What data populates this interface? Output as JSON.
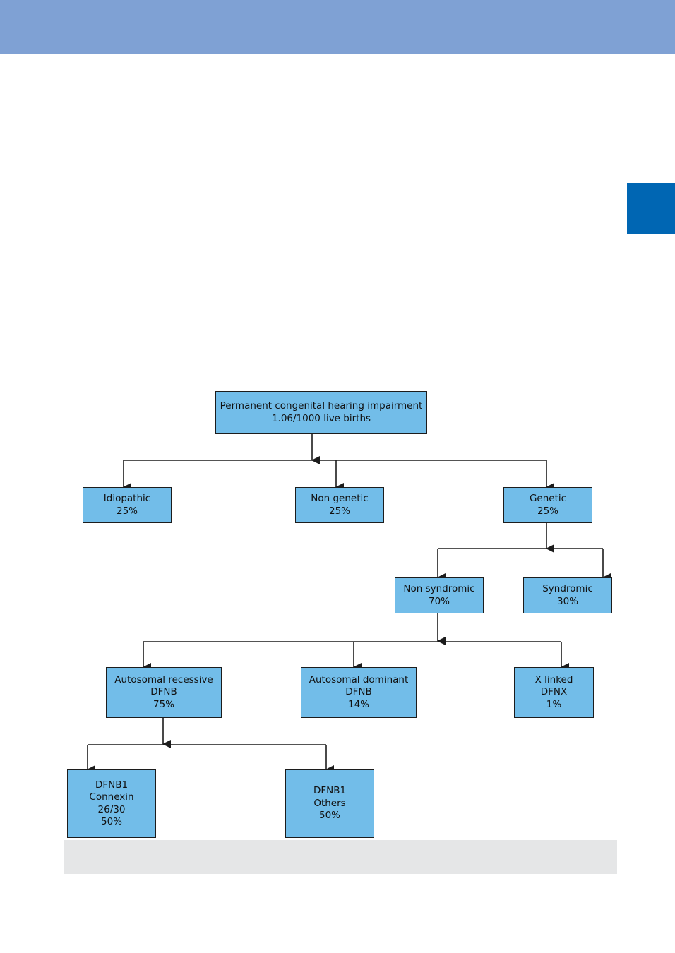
{
  "page": {
    "colors": {
      "header_band": "#7fa1d4",
      "side_tab": "#0066b3",
      "node_fill": "#72bde9",
      "node_border": "#1c1c1c",
      "caption_bar": "#e5e6e7"
    }
  },
  "diagram": {
    "root": {
      "line1": "Permanent congenital hearing impairment",
      "line2": "1.06/1000 live births"
    },
    "idiopathic": {
      "line1": "Idiopathic",
      "line2": "25%"
    },
    "non_genetic": {
      "line1": "Non genetic",
      "line2": "25%"
    },
    "genetic": {
      "line1": "Genetic",
      "line2": "25%"
    },
    "non_syndromic": {
      "line1": "Non syndromic",
      "line2": "70%"
    },
    "syndromic": {
      "line1": "Syndromic",
      "line2": "30%"
    },
    "autosomal_recessive": {
      "line1": "Autosomal recessive",
      "line2": "DFNB",
      "line3": "75%"
    },
    "autosomal_dominant": {
      "line1": "Autosomal dominant",
      "line2": "DFNB",
      "line3": "14%"
    },
    "x_linked": {
      "line1": "X linked",
      "line2": "DFNX",
      "line3": "1%"
    },
    "dfnb1_connexin": {
      "line1": "DFNB1",
      "line2": "Connexin",
      "line3": "26/30",
      "line4": "50%"
    },
    "dfnb1_others": {
      "line1": "DFNB1",
      "line2": "Others",
      "line3": "50%"
    }
  }
}
